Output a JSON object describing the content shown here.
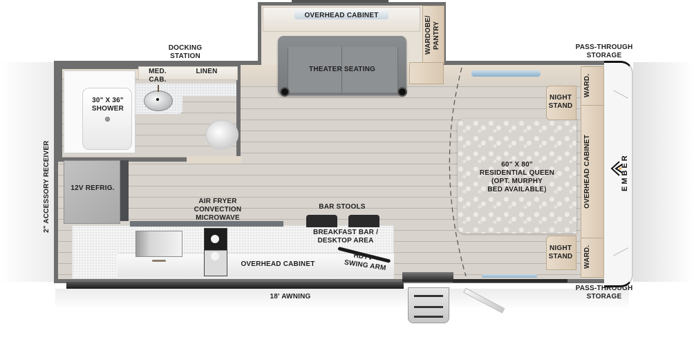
{
  "floorplan": {
    "model_logo": "EMBER",
    "colors": {
      "wall": "#6e6e6e",
      "floor": "#d8d3cd",
      "cabinet_wood": "#e3d3be",
      "sofa": "#7d8083",
      "awning": "#2a2a2a",
      "logo_accent": "#f0a020"
    },
    "exterior_labels": {
      "docking_station": "DOCKING\nSTATION",
      "accessory_receiver": "2\" ACCESSORY RECEIVER",
      "pass_through_top": "PASS-THROUGH\nSTORAGE",
      "pass_through_bottom": "PASS-THROUGH\nSTORAGE",
      "awning": "18' AWNING"
    },
    "bathroom": {
      "shower": "30\" X 36\"\nSHOWER",
      "med_cab": "MED. CAB.",
      "linen": "LINEN"
    },
    "living": {
      "overhead_cabinet_top": "OVERHEAD CABINET",
      "theater_seating": "THEATER SEATING",
      "wardrobe_pantry": "WARDOBE/\nPANTRY"
    },
    "kitchen": {
      "refrigerator": "12V REFRIG.",
      "microwave": "AIR FRYER\nCONVECTION\nMICROWAVE",
      "bar_stools": "BAR STOOLS",
      "breakfast_bar": "BREAKFAST BAR /\nDESKTOP AREA",
      "hdtv": "HDTV +\nSWING ARM",
      "overhead_cabinet_bottom": "OVERHEAD CABINET"
    },
    "bedroom": {
      "bed": "60\" X 80\"\nRESIDENTIAL QUEEN\n(OPT. MURPHY\nBED AVAILABLE)",
      "night_stand_top": "NIGHT\nSTAND",
      "night_stand_bottom": "NIGHT\nSTAND",
      "wardrobe_top": "WARD.",
      "wardrobe_bottom": "WARD.",
      "overhead_cabinet_front": "OVERHEAD CABINET"
    }
  }
}
